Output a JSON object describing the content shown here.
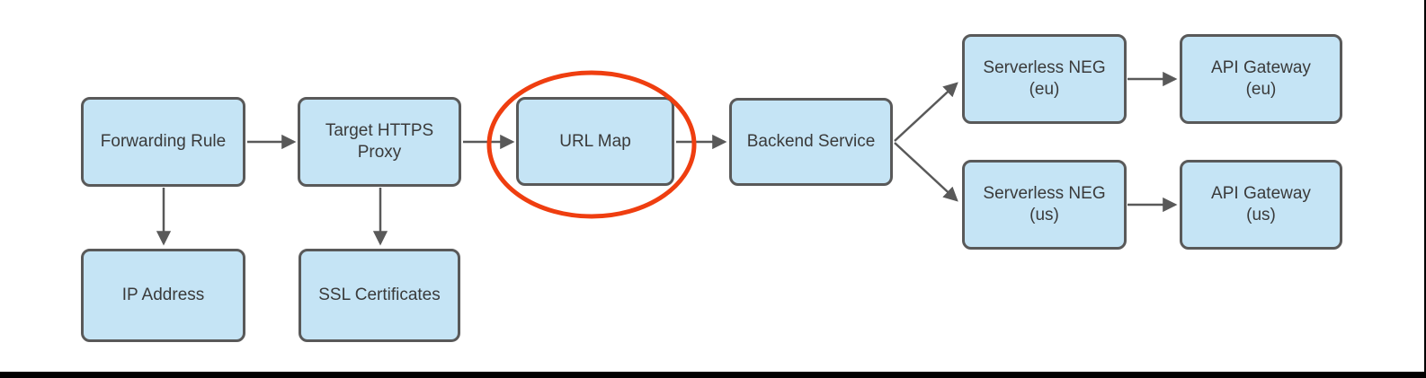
{
  "diagram": {
    "description": "HTTPS load balancer flow diagram with URL Map highlighted",
    "nodes": [
      {
        "id": "forwarding-rule",
        "label": "Forwarding Rule",
        "lines": [
          "Forwarding Rule"
        ]
      },
      {
        "id": "target-https-proxy",
        "label": "Target HTTPS Proxy",
        "lines": [
          "Target HTTPS",
          "Proxy"
        ]
      },
      {
        "id": "url-map",
        "label": "URL Map",
        "lines": [
          "URL Map"
        ],
        "highlighted": true
      },
      {
        "id": "backend-service",
        "label": "Backend Service",
        "lines": [
          "Backend Service"
        ]
      },
      {
        "id": "serverless-neg-eu",
        "label": "Serverless NEG (eu)",
        "lines": [
          "Serverless NEG",
          "(eu)"
        ]
      },
      {
        "id": "api-gateway-eu",
        "label": "API Gateway (eu)",
        "lines": [
          "API Gateway",
          "(eu)"
        ]
      },
      {
        "id": "serverless-neg-us",
        "label": "Serverless NEG (us)",
        "lines": [
          "Serverless NEG",
          "(us)"
        ]
      },
      {
        "id": "api-gateway-us",
        "label": "API Gateway (us)",
        "lines": [
          "API Gateway",
          "(us)"
        ]
      },
      {
        "id": "ip-address",
        "label": "IP Address",
        "lines": [
          "IP Address"
        ]
      },
      {
        "id": "ssl-certificates",
        "label": "SSL Certificates",
        "lines": [
          "SSL Certificates"
        ]
      }
    ],
    "edges": [
      {
        "from": "forwarding-rule",
        "to": "target-https-proxy"
      },
      {
        "from": "target-https-proxy",
        "to": "url-map"
      },
      {
        "from": "url-map",
        "to": "backend-service"
      },
      {
        "from": "backend-service",
        "to": "serverless-neg-eu"
      },
      {
        "from": "backend-service",
        "to": "serverless-neg-us"
      },
      {
        "from": "serverless-neg-eu",
        "to": "api-gateway-eu"
      },
      {
        "from": "serverless-neg-us",
        "to": "api-gateway-us"
      },
      {
        "from": "forwarding-rule",
        "to": "ip-address"
      },
      {
        "from": "target-https-proxy",
        "to": "ssl-certificates"
      }
    ],
    "annotation": {
      "type": "ellipse-highlight",
      "target": "url-map"
    },
    "colors": {
      "node_fill": "#C5E4F5",
      "node_border": "#595959",
      "text": "#3A3A3A",
      "arrow": "#595959",
      "highlight_ellipse": "#EF3E10",
      "frame": "#000000",
      "background": "#FFFFFF"
    }
  }
}
